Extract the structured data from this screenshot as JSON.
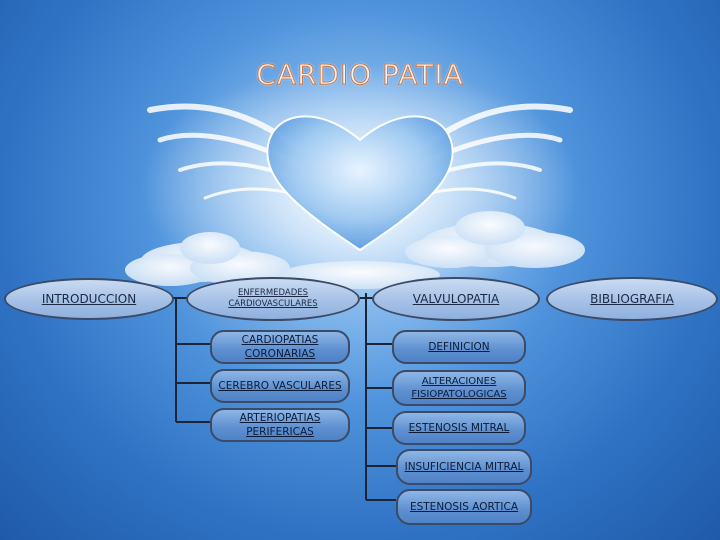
{
  "title": "CARDIO PATIA",
  "main_nodes": {
    "introduccion": "INTRODUCCION",
    "enfermedades": "ENFERMEDADES CARDIOVASCULARES",
    "valvulopatia": "VALVULOPATIA",
    "bibliografia": "BIBLIOGRAFIA"
  },
  "enfermedades_children": [
    "CARDIOPATIAS CORONARIAS",
    "CEREBRO VASCULARES",
    "ARTERIOPATIAS PERIFERICAS"
  ],
  "valvulopatia_children": [
    "DEFINICION",
    "ALTERACIONES FISIOPATOLOGICAS",
    "ESTENOSIS MITRAL",
    "INSUFICIENCIA MITRAL",
    "ESTENOSIS AORTICA"
  ],
  "colors": {
    "background": "#3a7fd0",
    "node_fill": "#a6c1e6",
    "node_border": "#3b4a66",
    "title_outline": "#c9784a"
  }
}
